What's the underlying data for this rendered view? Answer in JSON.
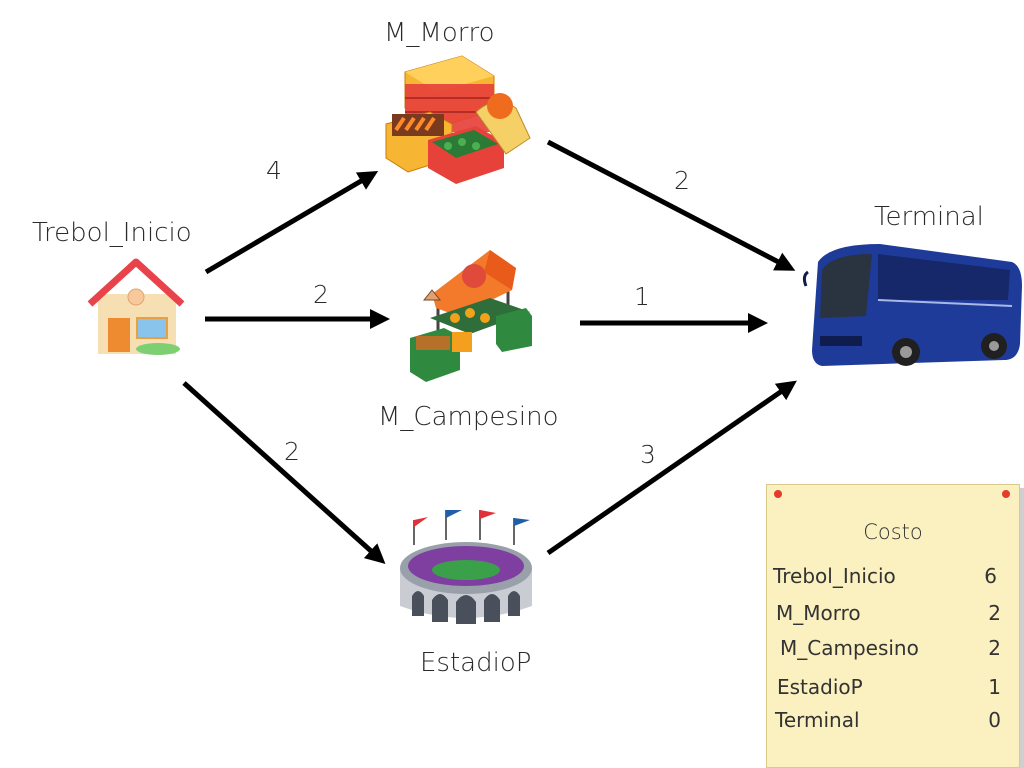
{
  "nodes": {
    "trebol": {
      "label": "Trebol_Inicio",
      "icon": "house-icon"
    },
    "morro": {
      "label": "M_Morro",
      "icon": "produce-crates-icon"
    },
    "campesino": {
      "label": "M_Campesino",
      "icon": "market-stall-icon"
    },
    "estadio": {
      "label": "EstadioP",
      "icon": "stadium-icon"
    },
    "terminal": {
      "label": "Terminal",
      "icon": "bus-icon"
    }
  },
  "edges": [
    {
      "from": "Trebol_Inicio",
      "to": "M_Morro",
      "weight": "4"
    },
    {
      "from": "Trebol_Inicio",
      "to": "M_Campesino",
      "weight": "2"
    },
    {
      "from": "Trebol_Inicio",
      "to": "EstadioP",
      "weight": "2"
    },
    {
      "from": "M_Morro",
      "to": "Terminal",
      "weight": "2"
    },
    {
      "from": "M_Campesino",
      "to": "Terminal",
      "weight": "1"
    },
    {
      "from": "EstadioP",
      "to": "Terminal",
      "weight": "3"
    }
  ],
  "cost_table": {
    "title": "Costo",
    "rows": [
      {
        "name": "Trebol_Inicio",
        "value": "6"
      },
      {
        "name": "M_Morro",
        "value": "2"
      },
      {
        "name": "M_Campesino",
        "value": "2"
      },
      {
        "name": "EstadioP",
        "value": "1"
      },
      {
        "name": "Terminal",
        "value": "0"
      }
    ]
  },
  "colors": {
    "arrow": "#000000",
    "note_bg": "#fbf0bf",
    "pin": "#e63a2a",
    "bus": "#1f3b9a"
  }
}
